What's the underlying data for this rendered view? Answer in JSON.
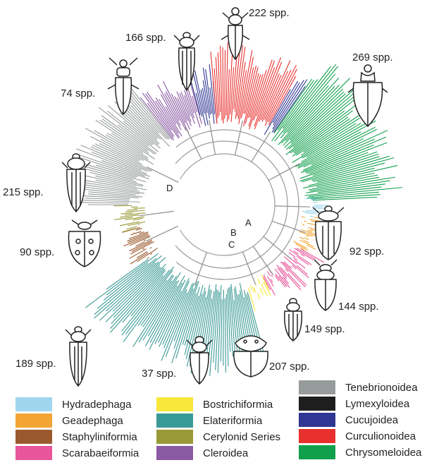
{
  "counts": {
    "c222": "222 spp.",
    "c166": "166 spp.",
    "c269": "269 spp.",
    "c74": "74 spp.",
    "c215": "215 spp.",
    "c90": "90 spp.",
    "c92": "92 spp.",
    "c144": "144 spp.",
    "c149": "149 spp.",
    "c207": "207 spp.",
    "c37": "37 spp.",
    "c189": "189 spp."
  },
  "nodes": {
    "a": "A",
    "b": "B",
    "c": "C",
    "d": "D"
  },
  "legend": [
    {
      "label": "Hydradephaga",
      "color": "#9fd6ee"
    },
    {
      "label": "Geadephaga",
      "color": "#f2a533"
    },
    {
      "label": "Staphyliniformia",
      "color": "#9b5a2e"
    },
    {
      "label": "Scarabaeiformia",
      "color": "#e8559b"
    },
    {
      "label": "Bostrichiformia",
      "color": "#f7e73a"
    },
    {
      "label": "Elateriformia",
      "color": "#3a9a95"
    },
    {
      "label": "Cerylonid Series",
      "color": "#9a9a38"
    },
    {
      "label": "Cleroidea",
      "color": "#8a5aa3"
    },
    {
      "label": "Tenebrionoidea",
      "color": "#979b9c"
    },
    {
      "label": "Lymexyloidea",
      "color": "#1e1e1e"
    },
    {
      "label": "Cucujoidea",
      "color": "#2f3693"
    },
    {
      "label": "Curculionoidea",
      "color": "#e8312f"
    },
    {
      "label": "Chrysomeloidea",
      "color": "#10a04c"
    }
  ]
}
